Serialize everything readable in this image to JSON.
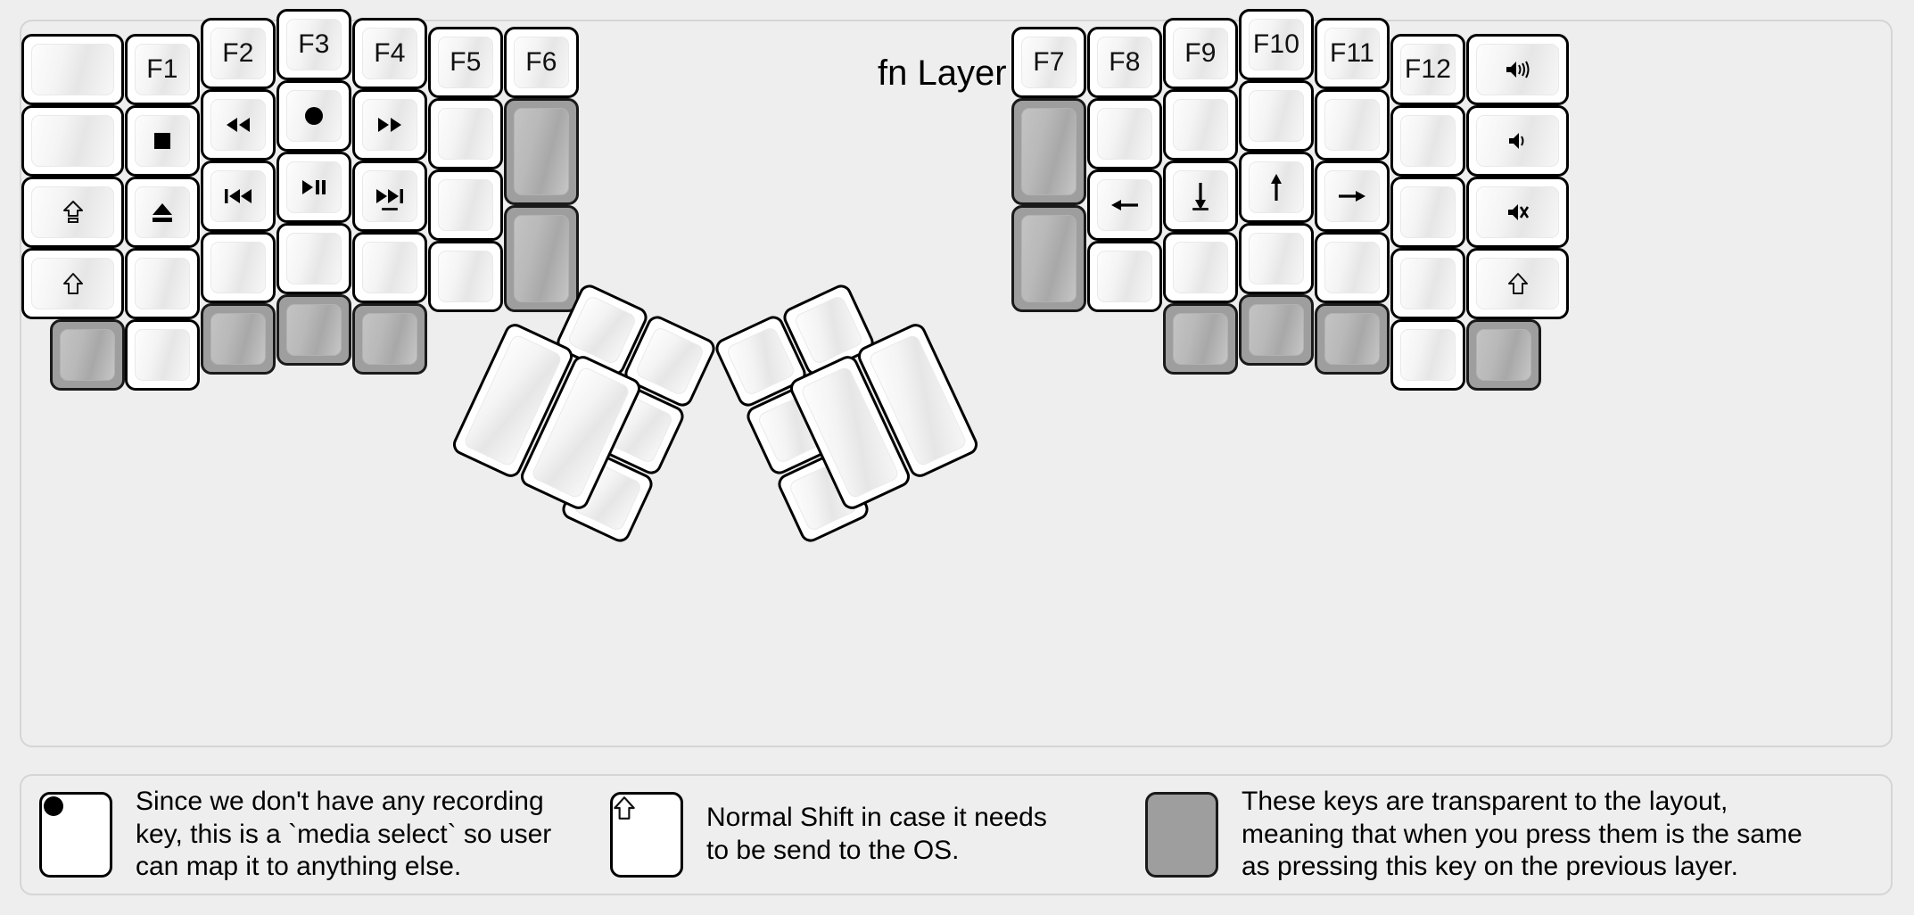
{
  "title": "fn Layer",
  "colors": {
    "background": "#eeeeee",
    "key_face": "#ffffff",
    "key_border": "#000000",
    "transparent_key": "#9e9e9e"
  },
  "left_half": {
    "columns": [
      {
        "name": "col-outer-left",
        "keys": [
          {
            "label": "",
            "glyph": "",
            "state": "blank"
          },
          {
            "label": "",
            "glyph": "",
            "state": "blank"
          },
          {
            "label": "",
            "glyph": "caps-lock-icon",
            "state": "normal"
          },
          {
            "label": "",
            "glyph": "shift-icon",
            "state": "normal"
          },
          {
            "label": "",
            "glyph": "",
            "state": "transparent"
          }
        ]
      },
      {
        "name": "col-f1",
        "keys": [
          {
            "label": "F1",
            "glyph": "",
            "state": "normal"
          },
          {
            "label": "",
            "glyph": "media-stop-icon",
            "state": "normal"
          },
          {
            "label": "",
            "glyph": "media-eject-icon",
            "state": "normal"
          },
          {
            "label": "",
            "glyph": "",
            "state": "blank"
          },
          {
            "label": "",
            "glyph": "",
            "state": "blank"
          }
        ]
      },
      {
        "name": "col-f2",
        "keys": [
          {
            "label": "F2",
            "glyph": "",
            "state": "normal"
          },
          {
            "label": "",
            "glyph": "media-rewind-icon",
            "state": "normal"
          },
          {
            "label": "",
            "glyph": "media-prev-track-icon",
            "state": "normal"
          },
          {
            "label": "",
            "glyph": "",
            "state": "blank"
          },
          {
            "label": "",
            "glyph": "",
            "state": "transparent"
          }
        ]
      },
      {
        "name": "col-f3",
        "keys": [
          {
            "label": "F3",
            "glyph": "",
            "state": "normal"
          },
          {
            "label": "",
            "glyph": "media-record-icon",
            "state": "normal"
          },
          {
            "label": "",
            "glyph": "media-play-pause-icon",
            "state": "normal"
          },
          {
            "label": "",
            "glyph": "",
            "state": "blank"
          },
          {
            "label": "",
            "glyph": "",
            "state": "transparent"
          }
        ]
      },
      {
        "name": "col-f4",
        "keys": [
          {
            "label": "F4",
            "glyph": "",
            "state": "normal"
          },
          {
            "label": "",
            "glyph": "media-fast-forward-icon",
            "state": "normal"
          },
          {
            "label": "",
            "glyph": "media-next-track-icon",
            "state": "normal"
          },
          {
            "label": "",
            "glyph": "",
            "state": "blank"
          },
          {
            "label": "",
            "glyph": "",
            "state": "transparent"
          }
        ]
      },
      {
        "name": "col-f5",
        "keys": [
          {
            "label": "F5",
            "glyph": "",
            "state": "normal"
          },
          {
            "label": "",
            "glyph": "",
            "state": "blank"
          },
          {
            "label": "",
            "glyph": "",
            "state": "blank"
          },
          {
            "label": "",
            "glyph": "",
            "state": "blank"
          }
        ]
      },
      {
        "name": "col-f6",
        "keys": [
          {
            "label": "F6",
            "glyph": "",
            "state": "normal"
          },
          {
            "label": "",
            "glyph": "",
            "state": "transparent"
          },
          {
            "label": "",
            "glyph": "",
            "state": "transparent"
          }
        ]
      }
    ],
    "thumb_cluster": [
      {
        "name": "thumb-left-big-1",
        "label": "",
        "state": "blank"
      },
      {
        "name": "thumb-left-big-2",
        "label": "",
        "state": "blank"
      },
      {
        "name": "thumb-left-small-1",
        "label": "",
        "state": "blank"
      },
      {
        "name": "thumb-left-small-2",
        "label": "",
        "state": "blank"
      },
      {
        "name": "thumb-left-small-3",
        "label": "",
        "state": "blank"
      },
      {
        "name": "thumb-left-small-4",
        "label": "",
        "state": "blank"
      }
    ]
  },
  "right_half": {
    "columns": [
      {
        "name": "col-f7",
        "keys": [
          {
            "label": "F7",
            "glyph": "",
            "state": "normal"
          },
          {
            "label": "",
            "glyph": "",
            "state": "transparent"
          },
          {
            "label": "",
            "glyph": "",
            "state": "transparent"
          }
        ]
      },
      {
        "name": "col-f8",
        "keys": [
          {
            "label": "F8",
            "glyph": "",
            "state": "normal"
          },
          {
            "label": "",
            "glyph": "",
            "state": "blank"
          },
          {
            "label": "",
            "glyph": "arrow-left-icon",
            "state": "normal"
          },
          {
            "label": "",
            "glyph": "",
            "state": "blank"
          }
        ]
      },
      {
        "name": "col-f9",
        "keys": [
          {
            "label": "F9",
            "glyph": "",
            "state": "normal"
          },
          {
            "label": "",
            "glyph": "",
            "state": "blank"
          },
          {
            "label": "",
            "glyph": "arrow-down-icon",
            "state": "normal"
          },
          {
            "label": "",
            "glyph": "",
            "state": "blank"
          },
          {
            "label": "",
            "glyph": "",
            "state": "transparent"
          }
        ]
      },
      {
        "name": "col-f10",
        "keys": [
          {
            "label": "F10",
            "glyph": "",
            "state": "normal"
          },
          {
            "label": "",
            "glyph": "",
            "state": "blank"
          },
          {
            "label": "",
            "glyph": "arrow-up-icon",
            "state": "normal"
          },
          {
            "label": "",
            "glyph": "",
            "state": "blank"
          },
          {
            "label": "",
            "glyph": "",
            "state": "transparent"
          }
        ]
      },
      {
        "name": "col-f11",
        "keys": [
          {
            "label": "F11",
            "glyph": "",
            "state": "normal"
          },
          {
            "label": "",
            "glyph": "",
            "state": "blank"
          },
          {
            "label": "",
            "glyph": "arrow-right-icon",
            "state": "normal"
          },
          {
            "label": "",
            "glyph": "",
            "state": "blank"
          },
          {
            "label": "",
            "glyph": "",
            "state": "transparent"
          }
        ]
      },
      {
        "name": "col-f12",
        "keys": [
          {
            "label": "F12",
            "glyph": "",
            "state": "normal"
          },
          {
            "label": "",
            "glyph": "",
            "state": "blank"
          },
          {
            "label": "",
            "glyph": "",
            "state": "blank"
          },
          {
            "label": "",
            "glyph": "",
            "state": "blank"
          },
          {
            "label": "",
            "glyph": "",
            "state": "blank"
          }
        ]
      },
      {
        "name": "col-outer-right",
        "keys": [
          {
            "label": "",
            "glyph": "volume-up-icon",
            "state": "normal"
          },
          {
            "label": "",
            "glyph": "volume-down-icon",
            "state": "normal"
          },
          {
            "label": "",
            "glyph": "volume-mute-icon",
            "state": "normal"
          },
          {
            "label": "",
            "glyph": "shift-icon",
            "state": "normal"
          },
          {
            "label": "",
            "glyph": "",
            "state": "transparent"
          }
        ]
      }
    ],
    "thumb_cluster": [
      {
        "name": "thumb-right-big-1",
        "label": "",
        "state": "blank"
      },
      {
        "name": "thumb-right-big-2",
        "label": "",
        "state": "blank"
      },
      {
        "name": "thumb-right-small-1",
        "label": "",
        "state": "blank"
      },
      {
        "name": "thumb-right-small-2",
        "label": "",
        "state": "blank"
      },
      {
        "name": "thumb-right-small-3",
        "label": "",
        "state": "blank"
      },
      {
        "name": "thumb-right-small-4",
        "label": "",
        "state": "blank"
      }
    ]
  },
  "legend": [
    {
      "key_icon": "media-record-icon",
      "key_state": "normal",
      "text": "Since we don't have any recording\nkey, this is a `media select` so user\ncan map it to anything else."
    },
    {
      "key_icon": "shift-icon",
      "key_state": "normal",
      "text": "Normal Shift in case it needs\nto be send to the OS."
    },
    {
      "key_icon": "",
      "key_state": "transparent",
      "text": "These keys are transparent to the layout,\nmeaning that when you press them is the same\nas pressing this key on the previous layer."
    }
  ]
}
